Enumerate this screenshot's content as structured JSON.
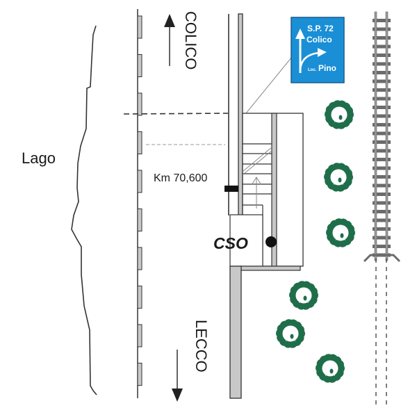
{
  "diagram": {
    "lake_label": "Lago",
    "direction_north": {
      "label": "COLICO",
      "arrow": "up-arrow"
    },
    "direction_south": {
      "label": "LECCO",
      "arrow": "down-arrow"
    },
    "km_marker": {
      "label": "Km 70,600"
    },
    "station": {
      "label": "CSO"
    },
    "road_sign": {
      "line1": "S.P. 72",
      "line2": "Colico",
      "line3_small": "Loc.",
      "line3_main": "Pino",
      "color": "#1a8fd6"
    },
    "trees": {
      "count": 6,
      "color": "#1f6e4a"
    },
    "railway": {
      "color": "#6b6b6b"
    },
    "colors": {
      "wall_fill": "#c8c8c8",
      "line": "#333333"
    }
  }
}
